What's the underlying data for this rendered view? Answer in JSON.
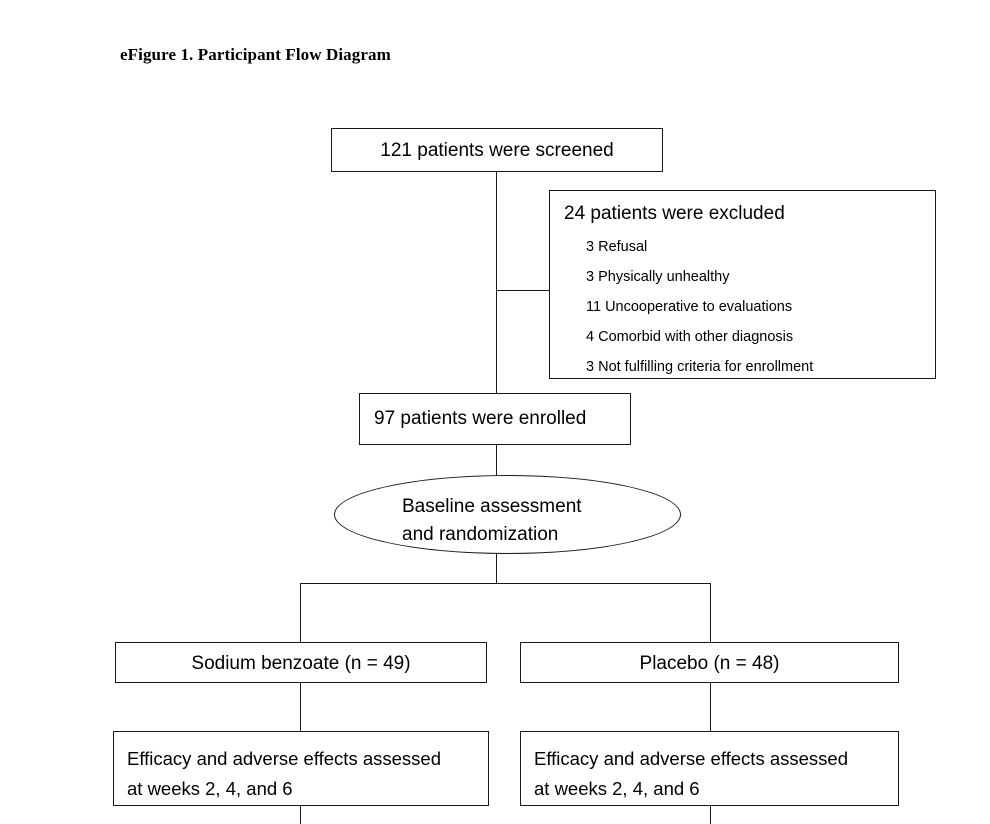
{
  "figure": {
    "title": "eFigure 1. Participant Flow Diagram"
  },
  "chart_data": {
    "type": "diagram",
    "title": "eFigure 1. Participant Flow Diagram",
    "diagram_kind": "CONSORT participant flow diagram",
    "nodes": [
      {
        "id": "screened",
        "shape": "rect",
        "text": "121 patients were screened",
        "count": 121
      },
      {
        "id": "excluded",
        "shape": "rect",
        "text": "24 patients were excluded",
        "count": 24
      },
      {
        "id": "enrolled",
        "shape": "rect",
        "text": "97 patients were enrolled",
        "count": 97
      },
      {
        "id": "baseline",
        "shape": "ellipse",
        "text": "Baseline assessment and randomization"
      },
      {
        "id": "arm-left",
        "shape": "rect",
        "text": "Sodium benzoate (n = 49)",
        "count": 49
      },
      {
        "id": "arm-right",
        "shape": "rect",
        "text": "Placebo (n = 48)",
        "count": 48
      },
      {
        "id": "assess-left",
        "shape": "rect",
        "text": "Efficacy and adverse effects assessed at weeks 2, 4, and 6"
      },
      {
        "id": "assess-right",
        "shape": "rect",
        "text": "Efficacy and adverse effects assessed at weeks 2, 4, and 6"
      }
    ],
    "edges": [
      {
        "from": "screened",
        "to": "excluded"
      },
      {
        "from": "screened",
        "to": "enrolled"
      },
      {
        "from": "enrolled",
        "to": "baseline"
      },
      {
        "from": "baseline",
        "to": "arm-left"
      },
      {
        "from": "baseline",
        "to": "arm-right"
      },
      {
        "from": "arm-left",
        "to": "assess-left"
      },
      {
        "from": "arm-right",
        "to": "assess-right"
      }
    ],
    "exclusion_reasons": [
      {
        "count": 3,
        "reason": "Refusal"
      },
      {
        "count": 3,
        "reason": "Physically unhealthy"
      },
      {
        "count": 11,
        "reason": "Uncooperative to evaluations"
      },
      {
        "count": 4,
        "reason": "Comorbid with other diagnosis"
      },
      {
        "count": 3,
        "reason": "Not fulfilling criteria for enrollment"
      }
    ]
  },
  "screened": {
    "text": "121 patients were screened"
  },
  "excluded": {
    "title": "24 patients were excluded",
    "items": [
      "3 Refusal",
      "3 Physically unhealthy",
      "11 Uncooperative to evaluations",
      "4 Comorbid with other diagnosis",
      "3 Not fulfilling criteria for enrollment"
    ]
  },
  "enrolled": {
    "text": "97 patients were enrolled"
  },
  "baseline": {
    "line1": "Baseline assessment",
    "line2": "and randomization"
  },
  "arms": {
    "left": "Sodium benzoate (n = 49)",
    "right": "Placebo (n = 48)"
  },
  "assessment": {
    "left_line1": "Efficacy and adverse effects assessed",
    "left_line2": "at weeks 2, 4, and 6",
    "right_line1": "Efficacy and adverse effects assessed",
    "right_line2": "at weeks 2, 4, and 6"
  },
  "colors": {
    "stroke": "#1a1a1a",
    "background": "#ffffff",
    "text": "#000000"
  }
}
